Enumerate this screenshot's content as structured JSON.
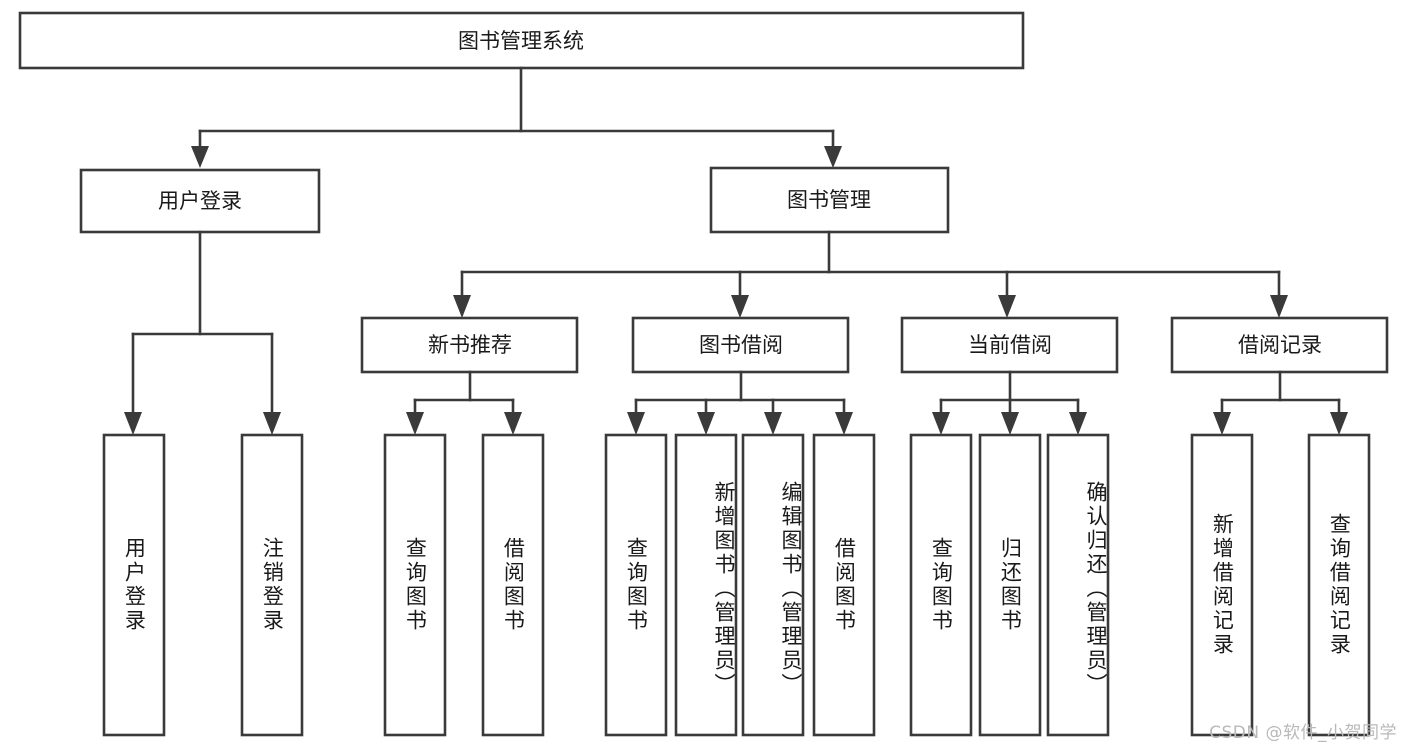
{
  "diagram": {
    "title": "图书管理系统",
    "type": "hierarchy-tree",
    "background_color": "#ffffff",
    "line_color": "#3a3a3a",
    "text_color": "#1a1a1a",
    "root": {
      "label": "图书管理系统",
      "level": 0
    },
    "level1": [
      {
        "label": "用户登录"
      },
      {
        "label": "图书管理"
      }
    ],
    "level2": [
      {
        "label": "新书推荐"
      },
      {
        "label": "图书借阅"
      },
      {
        "label": "当前借阅"
      },
      {
        "label": "借阅记录"
      }
    ],
    "leaves": {
      "user_login": [
        {
          "label": "用户登录"
        },
        {
          "label": "注销登录"
        }
      ],
      "new_book_recommend": [
        {
          "label": "查询图书"
        },
        {
          "label": "借阅图书"
        }
      ],
      "book_borrow": [
        {
          "label": "查询图书"
        },
        {
          "label": "新增图书（管理员）"
        },
        {
          "label": "编辑图书（管理员）"
        },
        {
          "label": "借阅图书"
        }
      ],
      "current_borrow": [
        {
          "label": "查询图书"
        },
        {
          "label": "归还图书"
        },
        {
          "label": "确认归还（管理员）"
        }
      ],
      "borrow_record": [
        {
          "label": "新增借阅记录"
        },
        {
          "label": "查询借阅记录"
        }
      ]
    }
  },
  "watermark": {
    "text": "CSDN @软件_小贺同学"
  }
}
